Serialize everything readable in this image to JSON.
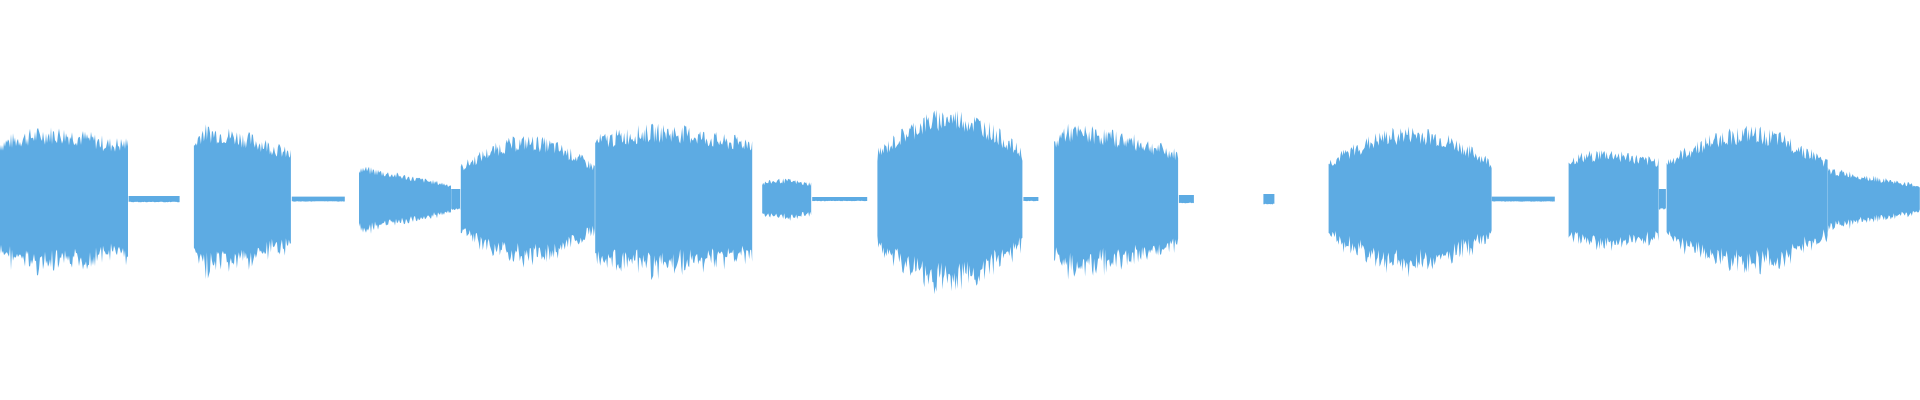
{
  "waveform": {
    "color": "#5dabe3",
    "segments": [
      {
        "start": 0.0,
        "end": 0.067,
        "amp": 0.32,
        "shape": "plateau"
      },
      {
        "start": 0.067,
        "end": 0.094,
        "amp": 0.015,
        "shape": "flat"
      },
      {
        "start": 0.101,
        "end": 0.152,
        "amp": 0.33,
        "shape": "attack-decay"
      },
      {
        "start": 0.152,
        "end": 0.18,
        "amp": 0.012,
        "shape": "flat"
      },
      {
        "start": 0.187,
        "end": 0.235,
        "amp": 0.15,
        "shape": "fade"
      },
      {
        "start": 0.235,
        "end": 0.24,
        "amp": 0.05,
        "shape": "flat"
      },
      {
        "start": 0.24,
        "end": 0.31,
        "amp": 0.28,
        "shape": "swell"
      },
      {
        "start": 0.31,
        "end": 0.392,
        "amp": 0.33,
        "shape": "plateau"
      },
      {
        "start": 0.397,
        "end": 0.423,
        "amp": 0.09,
        "shape": "plateau"
      },
      {
        "start": 0.423,
        "end": 0.452,
        "amp": 0.01,
        "shape": "flat"
      },
      {
        "start": 0.457,
        "end": 0.533,
        "amp": 0.4,
        "shape": "swell"
      },
      {
        "start": 0.533,
        "end": 0.541,
        "amp": 0.01,
        "shape": "flat"
      },
      {
        "start": 0.549,
        "end": 0.614,
        "amp": 0.33,
        "shape": "attack-decay"
      },
      {
        "start": 0.614,
        "end": 0.622,
        "amp": 0.02,
        "shape": "flat"
      },
      {
        "start": 0.658,
        "end": 0.664,
        "amp": 0.025,
        "shape": "flat"
      },
      {
        "start": 0.692,
        "end": 0.777,
        "amp": 0.32,
        "shape": "swell"
      },
      {
        "start": 0.777,
        "end": 0.81,
        "amp": 0.012,
        "shape": "flat"
      },
      {
        "start": 0.817,
        "end": 0.864,
        "amp": 0.22,
        "shape": "plateau"
      },
      {
        "start": 0.864,
        "end": 0.868,
        "amp": 0.05,
        "shape": "flat"
      },
      {
        "start": 0.868,
        "end": 0.952,
        "amp": 0.32,
        "shape": "swell"
      },
      {
        "start": 0.952,
        "end": 1.0,
        "amp": 0.14,
        "shape": "fade"
      }
    ]
  }
}
